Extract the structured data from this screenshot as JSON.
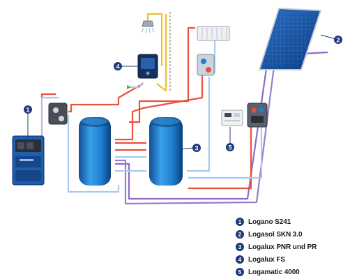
{
  "callouts": [
    {
      "number": "1"
    },
    {
      "number": "2"
    },
    {
      "number": "3"
    },
    {
      "number": "4"
    },
    {
      "number": "5"
    }
  ],
  "legend": [
    {
      "number": "1",
      "label": "Logano S241"
    },
    {
      "number": "2",
      "label": "Logasol SKN 3.0"
    },
    {
      "number": "3",
      "label": "Logalux PNR und PR"
    },
    {
      "number": "4",
      "label": "Logalux FS"
    },
    {
      "number": "5",
      "label": "Logamatic 4000"
    }
  ],
  "colors": {
    "callout": "#1f3a7a",
    "tank": "#1e7fd0",
    "hot_pipe": "#e8513a",
    "cold_pipe": "#a9c9ef",
    "solar_pipe": "#8e6bbf",
    "dhw_hot": "#f0c020"
  }
}
